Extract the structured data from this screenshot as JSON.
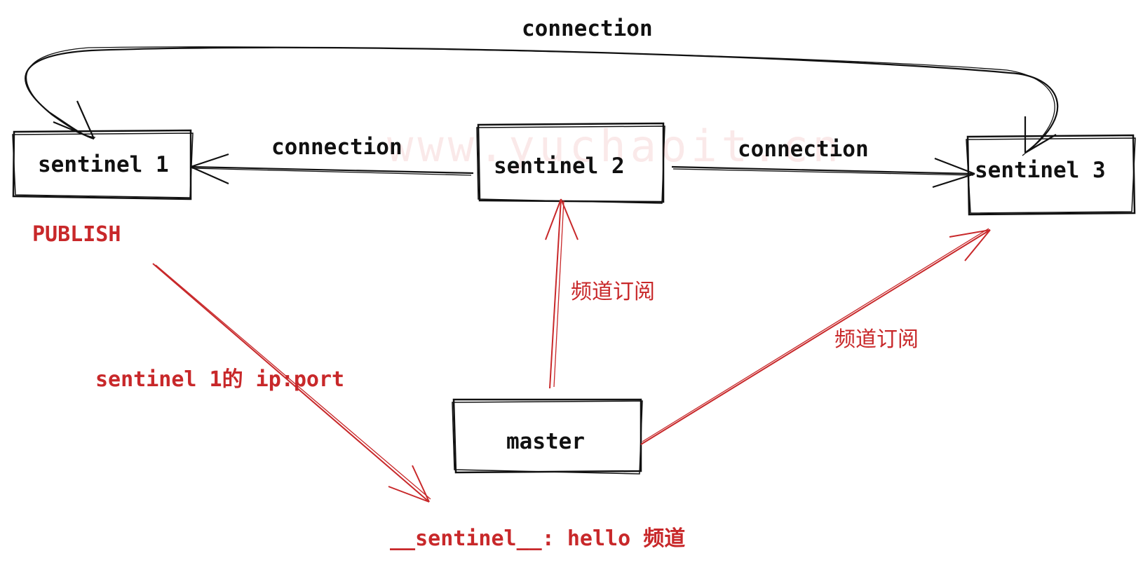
{
  "watermark": "www.yuchaoit.cn",
  "nodes": {
    "sentinel1": "sentinel 1",
    "sentinel2": "sentinel 2",
    "sentinel3": "sentinel 3",
    "master": "master"
  },
  "edges": {
    "top_connection": "connection",
    "left_connection": "connection",
    "right_connection": "connection",
    "subscribe_s2": "频道订阅",
    "subscribe_s3": "频道订阅"
  },
  "annotations": {
    "publish": "PUBLISH",
    "payload": "sentinel 1的 ip:port",
    "channel": "__sentinel__: hello 频道"
  },
  "colors": {
    "ink": "#111111",
    "accent": "#c8282a"
  }
}
